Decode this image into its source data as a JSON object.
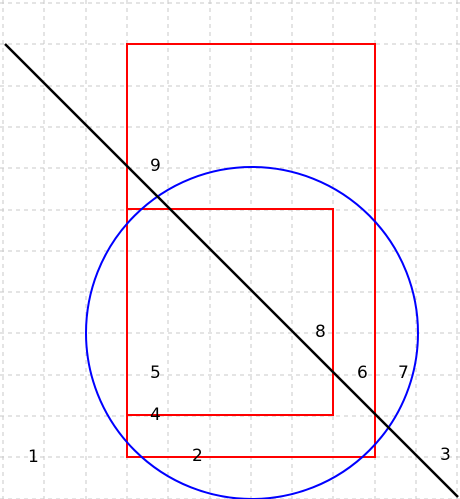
{
  "diagram": {
    "background": "#ffffff",
    "grid_color": "#c8c8c8",
    "rectangle_color": "#ff0000",
    "circle_color": "#0000ff",
    "line_color": "#000000",
    "region_labels": [
      "1",
      "2",
      "3",
      "4",
      "5",
      "6",
      "7",
      "8",
      "9"
    ]
  }
}
